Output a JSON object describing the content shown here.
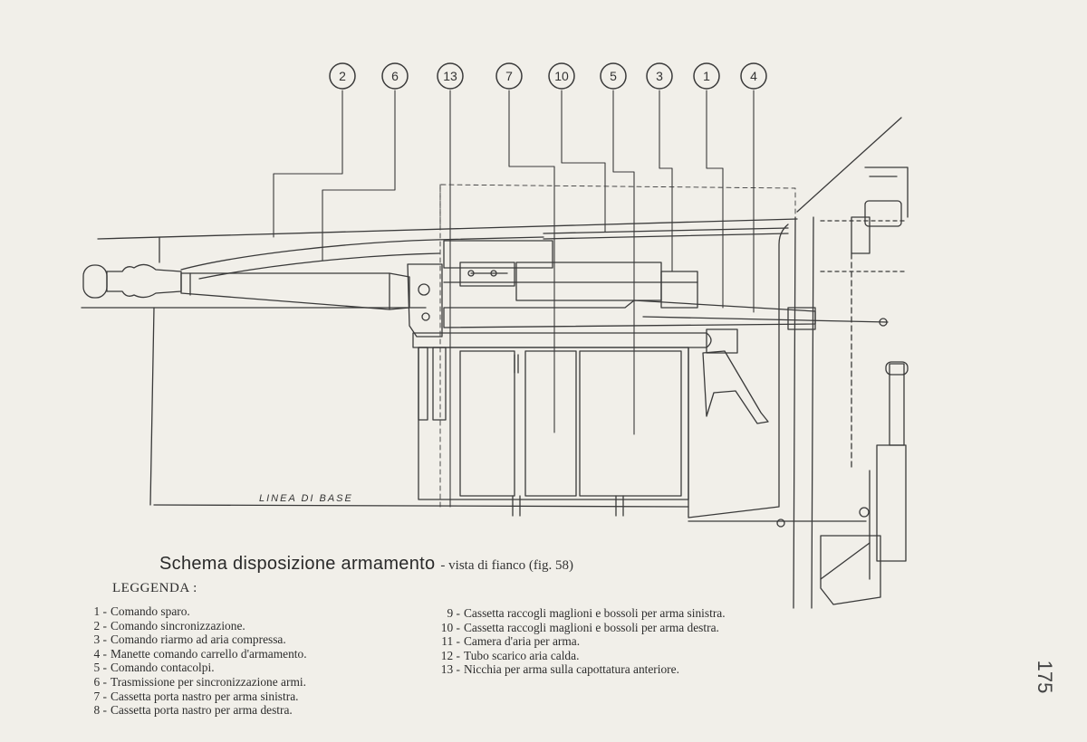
{
  "caption": {
    "title": "Schema disposizione armamento",
    "subtitle": "- vista di fianco (fig. 58)"
  },
  "legend": {
    "title": "LEGGENDA :",
    "items": [
      {
        "num": "1 -",
        "text": "Comando sparo."
      },
      {
        "num": "2 -",
        "text": "Comando sincronizzazione."
      },
      {
        "num": "3 -",
        "text": "Comando riarmo ad aria compressa."
      },
      {
        "num": "4 -",
        "text": "Manette comando carrello d'armamento."
      },
      {
        "num": "5 -",
        "text": "Comando contacolpi."
      },
      {
        "num": "6 -",
        "text": "Trasmissione per sincronizzazione armi."
      },
      {
        "num": "7 -",
        "text": "Cassetta porta nastro per arma sinistra."
      },
      {
        "num": "8 -",
        "text": "Cassetta porta nastro per arma destra."
      },
      {
        "num": "9 -",
        "text": "Cassetta raccogli maglioni e bossoli per arma sinistra."
      },
      {
        "num": "10 -",
        "text": "Cassetta raccogli maglioni e bossoli per arma destra."
      },
      {
        "num": "11 -",
        "text": "Camera d'aria per arma."
      },
      {
        "num": "12 -",
        "text": "Tubo scarico aria calda."
      },
      {
        "num": "13 -",
        "text": "Nicchia per arma sulla capottatura anteriore."
      }
    ]
  },
  "diagram": {
    "callouts": [
      "2",
      "6",
      "13",
      "7",
      "10",
      "5",
      "3",
      "1",
      "4"
    ],
    "base_line_label": "LINEA DI BASE"
  },
  "page_number": "175"
}
